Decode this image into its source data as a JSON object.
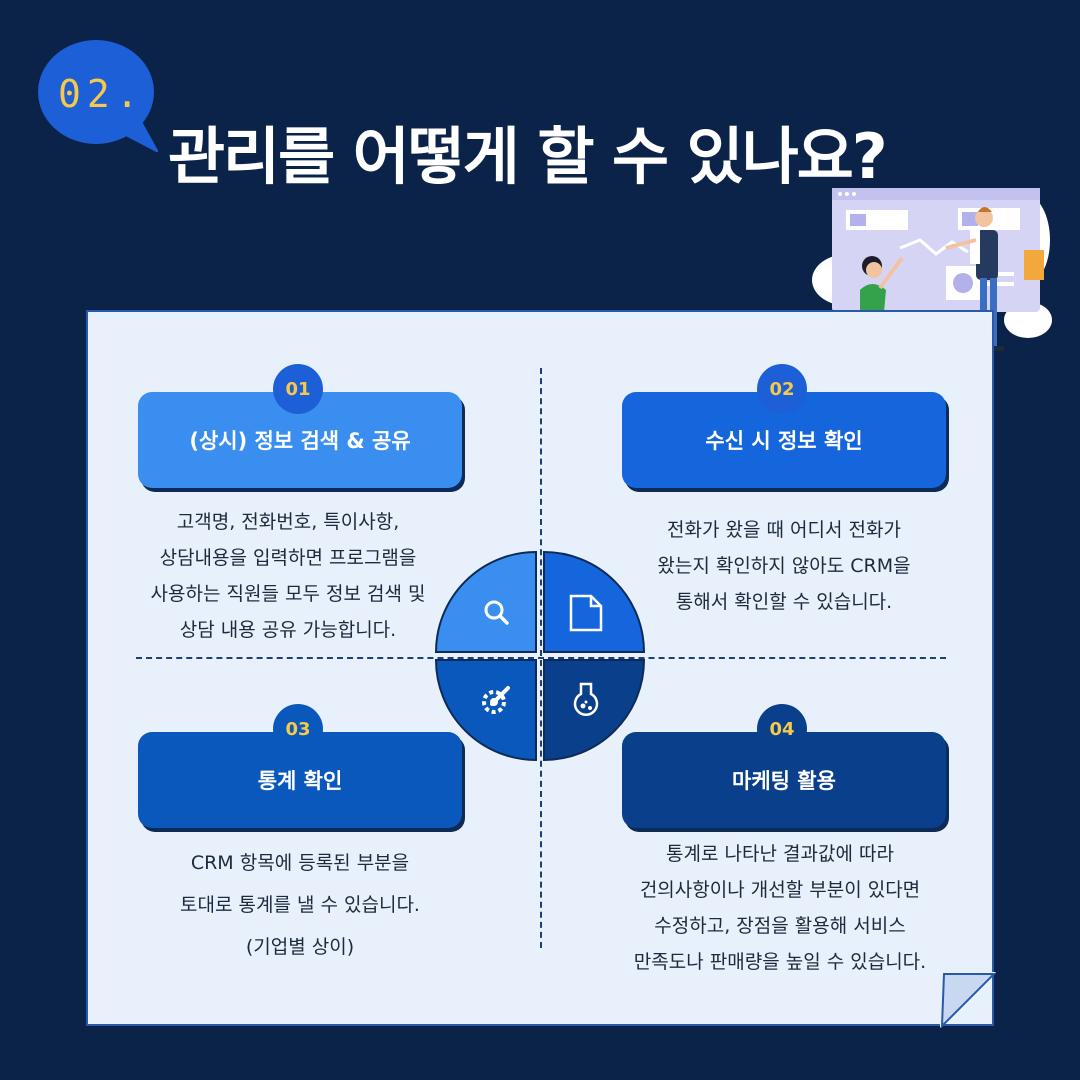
{
  "badge": {
    "text": "02."
  },
  "title": "관리를 어떻게 할 수 있나요?",
  "colors": {
    "background": "#0b2348",
    "card": "#e8f1fb",
    "accent_yellow": "#f6c94a",
    "blue_1": "#3a8ef0",
    "blue_2": "#1565dc",
    "blue_3": "#0b58bc",
    "blue_4": "#0a3f8c"
  },
  "items": [
    {
      "number": "01",
      "label": "(상시) 정보 검색 & 공유",
      "icon": "search-icon",
      "lines": [
        "고객명, 전화번호, 특이사항,",
        "상담내용을 입력하면 프로그램을",
        "사용하는 직원들 모두 정보 검색 및",
        "상담 내용 공유 가능합니다."
      ]
    },
    {
      "number": "02",
      "label": "수신 시 정보 확인",
      "icon": "document-icon",
      "lines": [
        "전화가 왔을 때 어디서 전화가",
        "왔는지 확인하지 않아도 CRM을",
        "통해서 확인할 수 있습니다."
      ]
    },
    {
      "number": "03",
      "label": "통계 확인",
      "icon": "gear-wrench-icon",
      "lines": [
        "CRM 항목에 등록된 부분을",
        "토대로 통계를 낼 수 있습니다.",
        "(기업별 상이)"
      ]
    },
    {
      "number": "04",
      "label": "마케팅 활용",
      "icon": "flask-icon",
      "lines": [
        "통계로 나타난 결과값에 따라",
        "건의사항이나 개선할 부분이 있다면",
        "수정하고, 장점을 활용해 서비스",
        "만족도나 판매량을 높일 수 있습니다."
      ]
    }
  ]
}
